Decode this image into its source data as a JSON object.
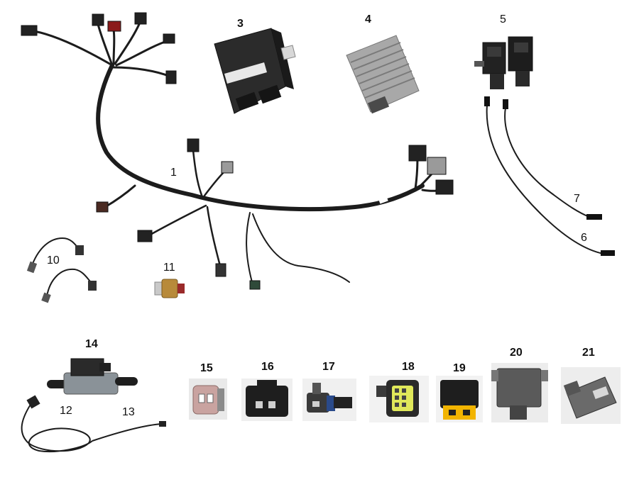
{
  "callouts": {
    "c1": "1",
    "c3": "3",
    "c4": "4",
    "c5": "5",
    "c6": "6",
    "c7": "7",
    "c10": "10",
    "c11": "11",
    "c12": "12",
    "c13": "13",
    "c14": "14",
    "c15": "15",
    "c16": "16",
    "c17": "17",
    "c18": "18",
    "c19": "19",
    "c20": "20",
    "c21": "21"
  },
  "ecu_label_text": "",
  "colors": {
    "wire": "#1c1c1c",
    "connector_black": "#222222",
    "connector_red": "#8b1a1a",
    "connector_grey": "#9a9a9a",
    "module_dark": "#2b2b2b",
    "heatsink_grey": "#a8a8a8",
    "connector_yellow": "#f2b400",
    "connector_pink": "#c9a3a0",
    "brass": "#b88a3a",
    "background": "#ffffff"
  },
  "icons": {
    "harness": "wiring-harness-icon",
    "ecu": "ecu-module-icon",
    "regulator": "voltage-regulator-icon",
    "relay": "relay-pair-icon",
    "sensor_cable": "sensor-cable-icon",
    "o2_sensor": "oxygen-sensor-icon",
    "pressure_switch": "pressure-switch-icon",
    "heater": "inline-heater-icon",
    "cable": "power-cable-icon",
    "connector": "connector-icon",
    "cdi": "cdi-box-icon"
  }
}
